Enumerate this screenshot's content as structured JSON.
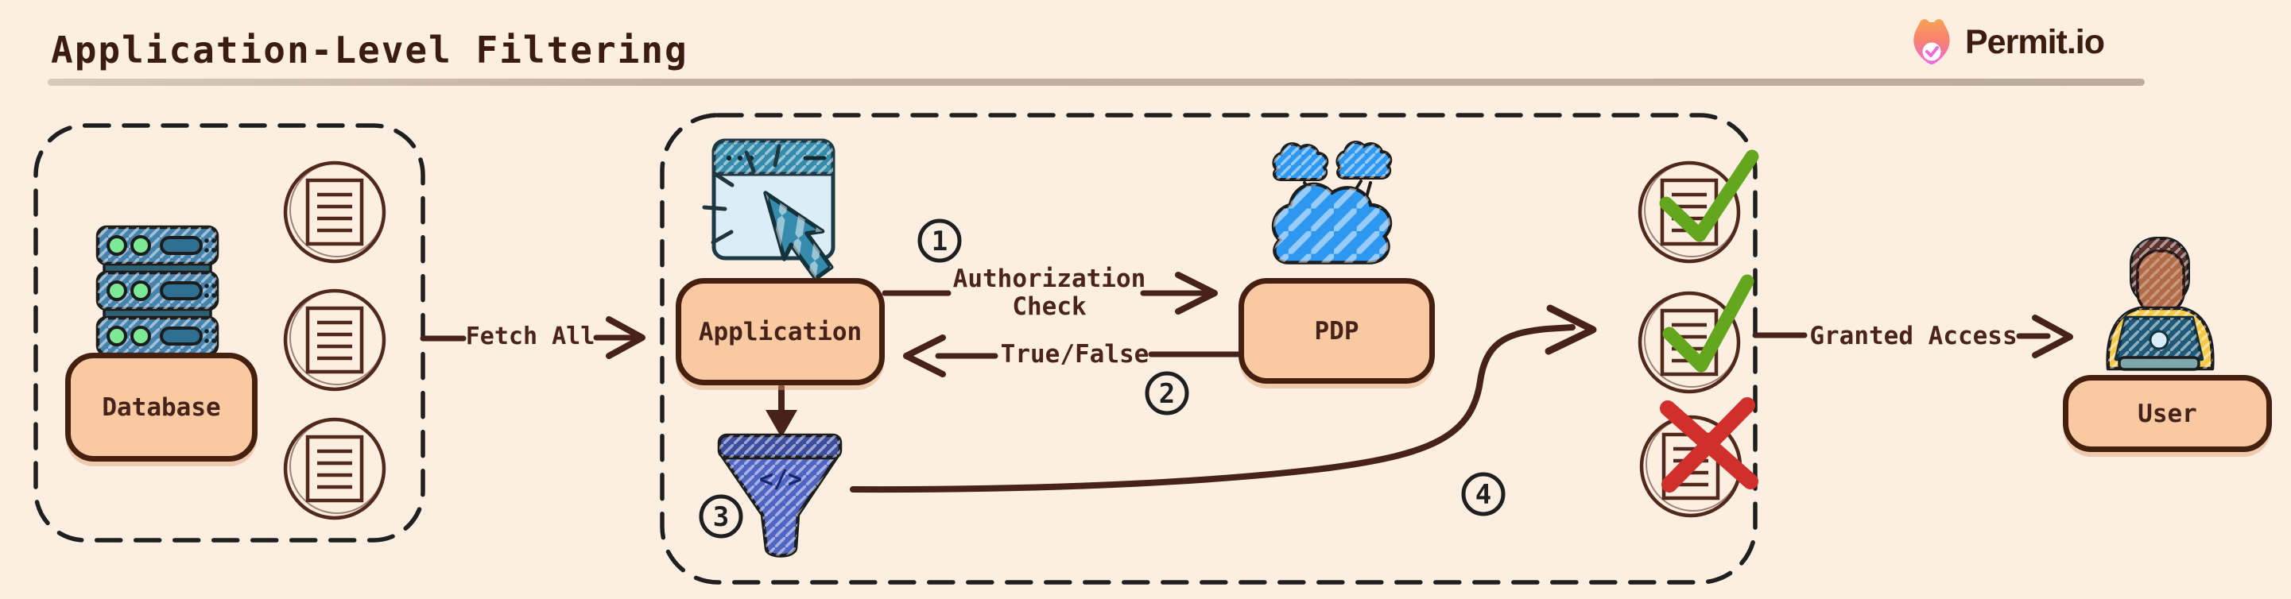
{
  "header": {
    "title": "Application-Level Filtering",
    "brand": "Permit.io"
  },
  "nodes": {
    "database": "Database",
    "application": "Application",
    "pdp": "PDP",
    "user": "User"
  },
  "edges": {
    "fetch_all": "Fetch All",
    "auth_check_line1": "Authorization",
    "auth_check_line2": "Check",
    "true_false": "True/False",
    "granted_access": "Granted Access"
  },
  "steps": {
    "one": "1",
    "two": "2",
    "three": "3",
    "four": "4"
  },
  "funnel": {
    "code": "</>"
  },
  "colors": {
    "background": "#fdeee2",
    "box_fill": "#f9c9a1",
    "box_border": "#45200f",
    "arrow_ink": "#46221a",
    "dashed_border": "#1f1f1f",
    "document_ink": "#51291c",
    "check_green": "#64a71f",
    "cross_red": "#d02f2b",
    "cloud_blue": "#2e97f0",
    "funnel_indigo": "#5064c4",
    "server_blue": "#4583ad",
    "browser_teal": "#358bab"
  }
}
